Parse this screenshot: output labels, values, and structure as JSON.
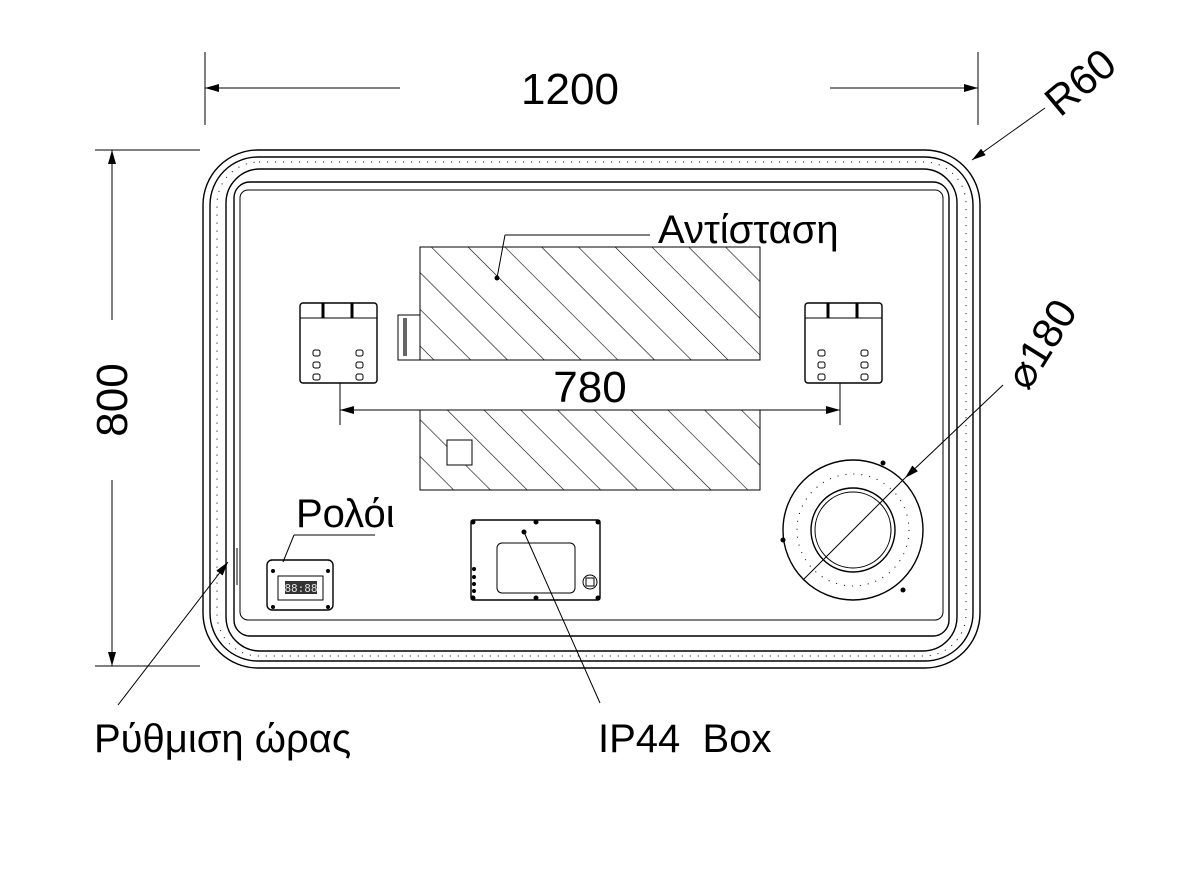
{
  "drawing": {
    "width_dim": "1200",
    "height_dim": "800",
    "radius_dim": "R60",
    "diameter_symbol": "⌀",
    "diameter_dim": "180",
    "bracket_spacing_dim": "780",
    "labels": {
      "heater": "Αντίσταση",
      "clock": "Ρολόι",
      "time_setting": "Ρύθμιση ώρας",
      "ip44_box": "IP44  Box"
    },
    "clock_display": "88:88"
  }
}
